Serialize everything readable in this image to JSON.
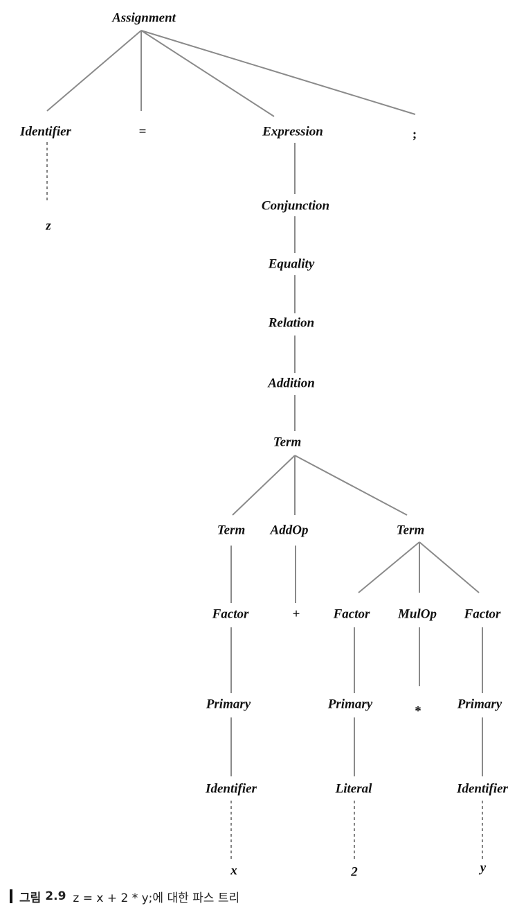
{
  "nodes": {
    "assignment": "Assignment",
    "identifier_left": "Identifier",
    "equals": "=",
    "expression": "Expression",
    "semicolon": ";",
    "z": "z",
    "conjunction": "Conjunction",
    "equality": "Equality",
    "relation": "Relation",
    "addition": "Addition",
    "term_top": "Term",
    "term_left": "Term",
    "addop": "AddOp",
    "term_right": "Term",
    "factor_x": "Factor",
    "plus": "+",
    "factor_2": "Factor",
    "mulop": "MulOp",
    "factor_y": "Factor",
    "primary_x": "Primary",
    "primary_2": "Primary",
    "star": "*",
    "primary_y": "Primary",
    "identifier_x": "Identifier",
    "literal_2": "Literal",
    "identifier_y": "Identifier",
    "x": "x",
    "two": "2",
    "y": "y"
  },
  "caption": {
    "label": "그림",
    "number": "2.9",
    "text": "z = x + 2 * y;에 대한 파스 트리"
  }
}
